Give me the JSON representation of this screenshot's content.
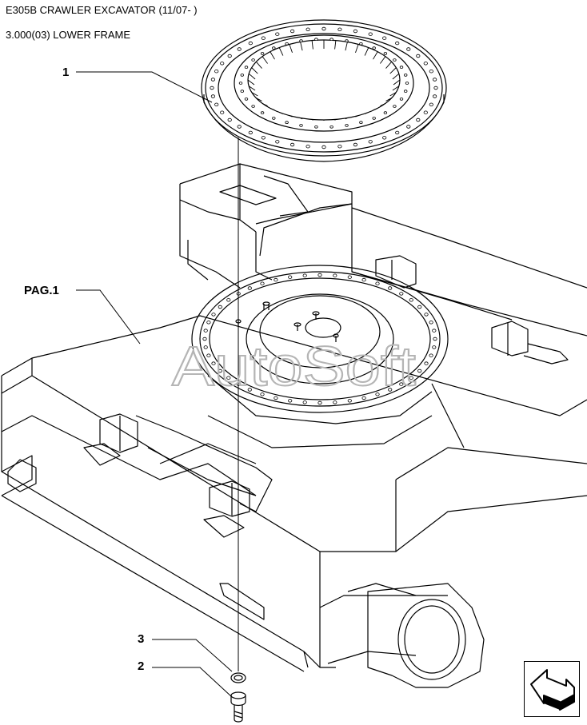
{
  "header": {
    "model": "E305B CRAWLER EXCAVATOR (11/07- )",
    "section": "3.000(03) LOWER FRAME"
  },
  "callouts": [
    {
      "id": "1",
      "label": "1"
    },
    {
      "id": "pag1",
      "label": "PAG.1"
    },
    {
      "id": "3",
      "label": "3"
    },
    {
      "id": "2",
      "label": "2"
    }
  ],
  "watermark": "AutoSoft",
  "nav": {
    "icon": "arrow-back-icon"
  },
  "colors": {
    "line": "#000000",
    "watermark": "#b5b5b5"
  }
}
